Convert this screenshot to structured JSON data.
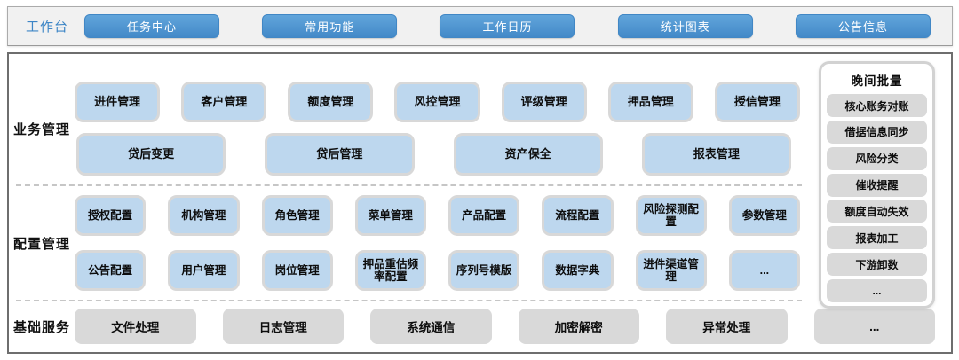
{
  "topbar": {
    "label": "工作台",
    "buttons": [
      "任务中心",
      "常用功能",
      "工作日历",
      "统计图表",
      "公告信息"
    ]
  },
  "sections": {
    "business": {
      "label": "业务管理",
      "row1": [
        "进件管理",
        "客户管理",
        "额度管理",
        "风控管理",
        "评级管理",
        "押品管理",
        "授信管理"
      ],
      "row2": [
        "贷后变更",
        "贷后管理",
        "资产保全",
        "报表管理"
      ]
    },
    "config": {
      "label": "配置管理",
      "row1": [
        "授权配置",
        "机构管理",
        "角色管理",
        "菜单管理",
        "产品配置",
        "流程配置",
        "风险探测配置",
        "参数管理"
      ],
      "row2": [
        "公告配置",
        "用户管理",
        "岗位管理",
        "押品重估频率配置",
        "序列号模版",
        "数据字典",
        "进件渠道管理",
        "..."
      ]
    },
    "base": {
      "label": "基础服务",
      "row1": [
        "文件处理",
        "日志管理",
        "系统通信",
        "加密解密",
        "异常处理",
        "..."
      ]
    }
  },
  "sidebar": {
    "title": "晚间批量",
    "items": [
      "核心账务对账",
      "借据信息同步",
      "风险分类",
      "催收提醒",
      "额度自动失效",
      "报表加工",
      "下游卸数",
      "..."
    ]
  },
  "colors": {
    "accent_blue": "#4b93d0",
    "module_light_blue": "#bdd7ee",
    "service_gray": "#d9d9d9",
    "workbench_label_blue": "#3e86c6"
  }
}
